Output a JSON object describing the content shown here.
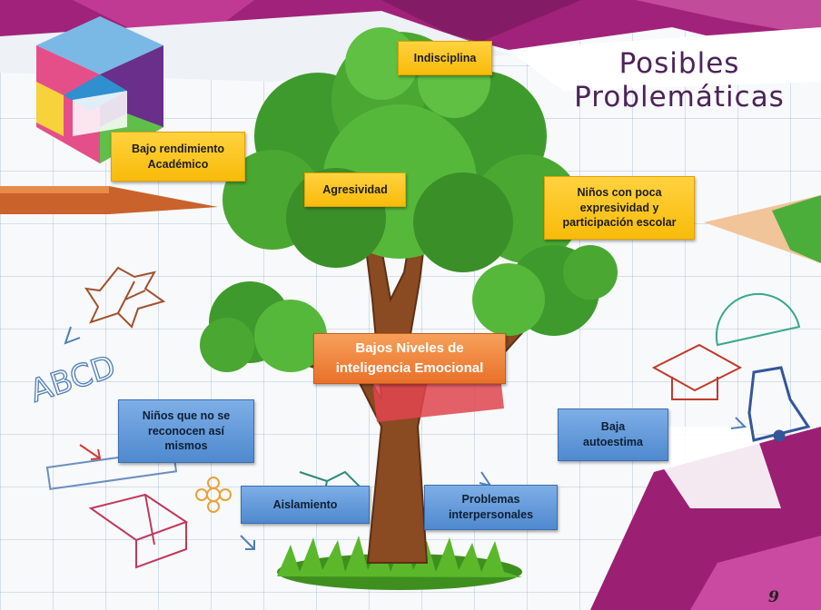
{
  "title": "Posibles\nProblemáticas",
  "page_number": "9",
  "center_concept": "Bajos Niveles de\ninteligencia Emocional",
  "problems": {
    "indisciplina": "Indisciplina",
    "bajo_rendimiento": "Bajo rendimiento\nAcadémico",
    "agresividad": "Agresividad",
    "poca_expresividad": "Niños con poca\nexpresividad y\nparticipación escolar",
    "no_se_reconocen": "Niños que no se\nreconocen así\nmismos",
    "baja_autoestima": "Baja\nautoestima",
    "aislamiento": "Aislamiento",
    "problemas_interpersonales": "Problemas\ninterpersonales"
  },
  "doodle_text": "ABCD",
  "colors": {
    "title": "#4d2358",
    "yellow_box": "#f8bb0a",
    "blue_box": "#4f89cf",
    "orange_box": "#e9712a",
    "foliage": "#3e9a2c",
    "trunk": "#8a4a22",
    "magenta_panel": "#b0267e"
  }
}
